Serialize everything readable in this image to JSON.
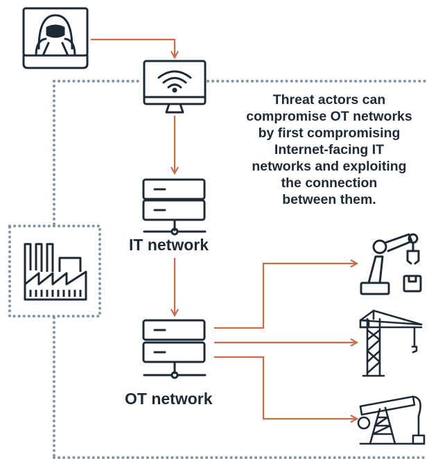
{
  "caption": {
    "lines": [
      "Threat actors can",
      "compromise OT networks",
      "by first compromising",
      "Internet-facing IT",
      "networks and exploiting",
      "the connection",
      "between them."
    ]
  },
  "networks": {
    "it_label": "IT network",
    "ot_label": "OT network"
  },
  "nodes": {
    "threat_actor": "hacker-at-computer-icon",
    "internet_gateway": "wifi-monitor-icon",
    "it_server": "server-rack-icon",
    "ot_server": "server-rack-icon",
    "factory": "factory-icon",
    "devices": [
      "robotic-arm-icon",
      "tower-crane-icon",
      "oil-pumpjack-icon"
    ]
  },
  "colors": {
    "arrow": "#c96a4b",
    "icon_stroke": "#1d2a36",
    "boundary_dots": "#7f96a8",
    "text": "#1d2a36"
  }
}
